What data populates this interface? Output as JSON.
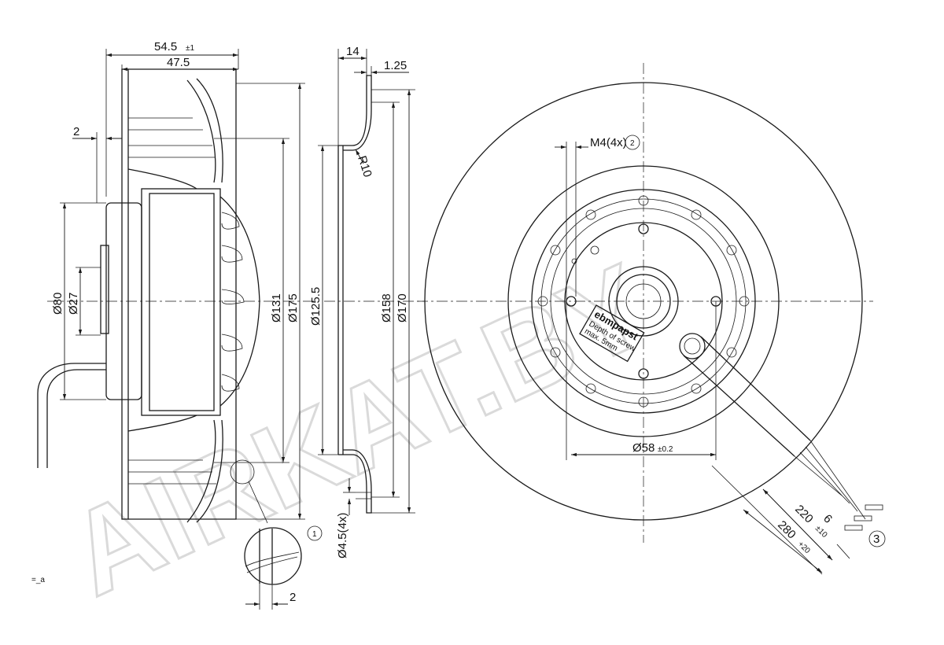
{
  "dimensions": {
    "overall_depth": "54.5",
    "overall_depth_tol": "±1",
    "impeller_depth": "47.5",
    "gap_left": "2",
    "dia_80": "Ø80",
    "dia_27": "Ø27",
    "dia_131": "Ø131",
    "dia_175": "Ø175",
    "ring_depth": "14",
    "ring_thickness": "1.25",
    "radius": "R10",
    "dia_125_5": "Ø125.5",
    "dia_158": "Ø158",
    "dia_170": "Ø170",
    "holes": "Ø4.5(4x)",
    "detail_gap": "2",
    "thread": "M4(4x)",
    "bolt_circle": "Ø58",
    "bolt_circle_tol": "±0.2",
    "cable_220": "220",
    "cable_220_tol": "±10",
    "cable_280": "280",
    "cable_280_tol": "+20",
    "cable_6": "6"
  },
  "callouts": {
    "one": "1",
    "two": "2",
    "three": "3"
  },
  "label": {
    "brand": "ebmpapst",
    "line1": "Depth of screw",
    "line2": "max. 5mm"
  },
  "watermark": "AIRKAT.BY",
  "corner_mark": "=_a"
}
